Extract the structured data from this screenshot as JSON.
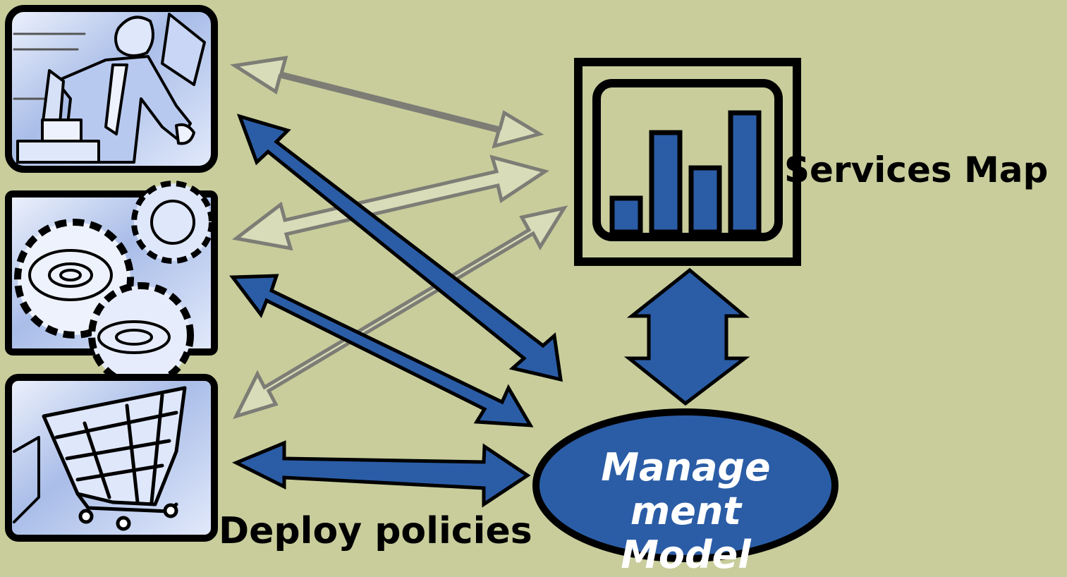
{
  "labels": {
    "services_map": "Services Map",
    "deploy_policies": "Deploy policies",
    "management_model": [
      "Manage",
      "ment",
      "Model"
    ]
  },
  "nodes": {
    "tiles": [
      {
        "name": "businessman-tile",
        "icon": "businessman-icon"
      },
      {
        "name": "gears-tile",
        "icon": "gears-icon"
      },
      {
        "name": "shopping-cart-tile",
        "icon": "shopping-cart-icon"
      }
    ],
    "services_map_icon": "bar-chart-icon",
    "management_model_shape": "ellipse"
  },
  "colors": {
    "background": "#c8cd9b",
    "arrow_blue": "#2b5da6",
    "arrow_outline": "#000000",
    "arrow_gray_stroke": "#7d7d76",
    "tile_blue": "#a7bbe6",
    "tile_light": "#dfe7fa"
  }
}
